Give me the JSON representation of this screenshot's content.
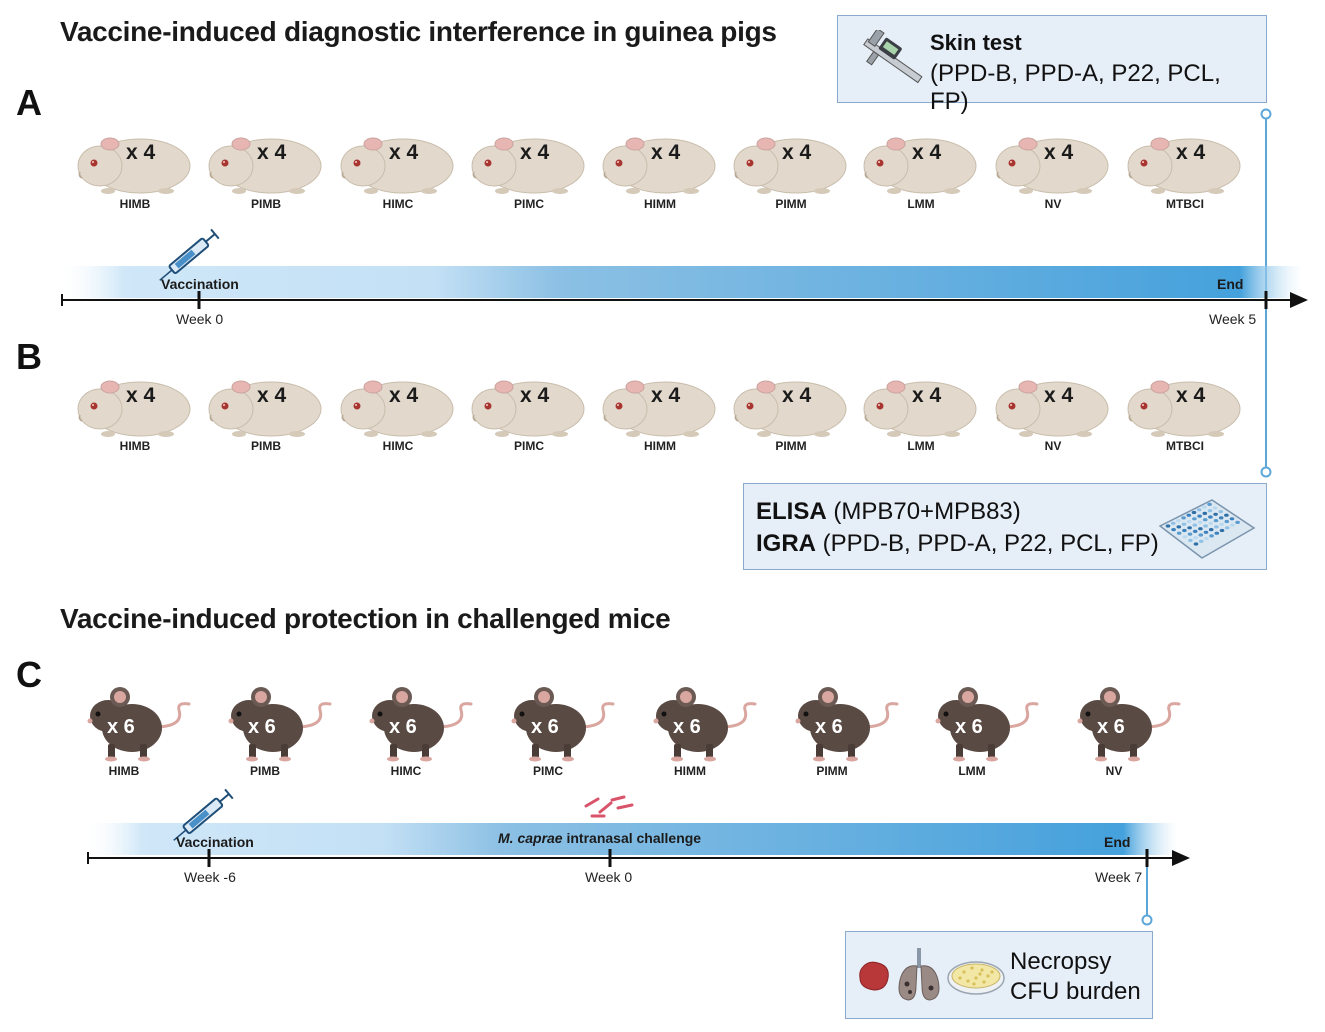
{
  "titles": {
    "guinea_pigs": "Vaccine-induced diagnostic interference in guinea pigs",
    "mice": "Vaccine-induced protection in challenged mice"
  },
  "panels": [
    "A",
    "B",
    "C"
  ],
  "guinea_pig_groups": [
    "HIMB",
    "PIMB",
    "HIMC",
    "PIMC",
    "HIMM",
    "PIMM",
    "LMM",
    "NV",
    "MTBCI"
  ],
  "guinea_pig_count": "x 4",
  "mouse_groups": [
    "HIMB",
    "PIMB",
    "HIMC",
    "PIMC",
    "HIMM",
    "PIMM",
    "LMM",
    "NV"
  ],
  "mouse_count": "x 6",
  "timeline_gp": {
    "vaccination": "Vaccination",
    "end": "End",
    "start_week": "Week 0",
    "end_week": "Week 5"
  },
  "timeline_mice": {
    "vaccination": "Vaccination",
    "challenge_italic": "M. caprae",
    "challenge_rest": " intranasal challenge",
    "end": "End",
    "start_week": "Week -6",
    "mid_week": "Week 0",
    "end_week": "Week 7"
  },
  "skin_test": {
    "title": "Skin test",
    "antigens": "(PPD-B, PPD-A, P22, PCL, FP)"
  },
  "serology": {
    "elisa_bold": "ELISA",
    "elisa_rest": " (MPB70+MPB83)",
    "igra_bold": "IGRA",
    "igra_rest": " (PPD-B, PPD-A, P22, PCL, FP)"
  },
  "necropsy": {
    "line1": "Necropsy",
    "line2": "CFU burden"
  },
  "colors": {
    "timeline_light": "#cde6f8",
    "timeline_dark": "#4aa3dc",
    "box_fill": "#e6eef8",
    "box_border": "#8aa9cc",
    "guinea_pig": "#e2d9cc",
    "mouse": "#5a4a44",
    "connector": "#5da7d8"
  }
}
